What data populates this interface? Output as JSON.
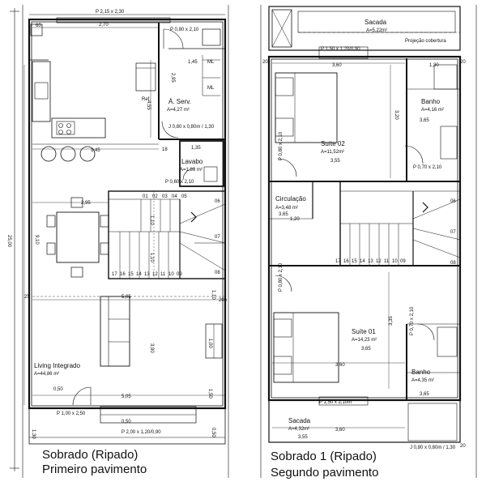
{
  "plan_left": {
    "title": "Sobrado (Ripado)",
    "subtitle": "Primeiro pavimento",
    "rooms": {
      "area_servico": {
        "name": "Á. Serv.",
        "area": "A=4,27 m²"
      },
      "lavabo": {
        "name": "Lavabo",
        "area": "A=1,89 m²"
      },
      "living": {
        "name": "Living Integrado",
        "area": "A=44,86 m²"
      },
      "ref_label": "Ref."
    },
    "windows": {
      "top": "P 2,15 x 2,30",
      "serv_top": "P 0,80 x 2,10",
      "serv_bottom": "J 0,80 x 0,80m / 1,30",
      "lavabo_door": "P 0,60 x 2,10",
      "entry": "P 1,00 x 2,50",
      "living_bottom": "P 2,00 x 1,20/0,90"
    },
    "dims": {
      "overall_h": "25,00",
      "top_small": "60",
      "top_width": "2,70",
      "kitchen_h": "4,55",
      "serv_w": "1,45",
      "serv_h": "2,95",
      "ml1": "ML",
      "ml2": "ML",
      "kitchen_w": "3,45",
      "w_18": "18",
      "lav_w": "1,35",
      "stair_w": "2,95",
      "living_h": "9,10",
      "r110a": "1,10",
      "r110b": "1,10",
      "r110c": "1,10",
      "w25": "25",
      "w20b": "20b",
      "living_w": "5,05",
      "living_d": "3,90",
      "r100": "1,00",
      "r150": "1,50",
      "bottom_w": "5,05",
      "r130": "1,30",
      "r050": "0,50",
      "lev1": "0,50",
      "lev2": "0,50"
    },
    "stair_top": [
      "01",
      "02",
      "03",
      "04",
      "05"
    ],
    "stair_right": [
      "06",
      "07",
      "08"
    ],
    "stair_bottom": [
      "17",
      "16",
      "15",
      "14",
      "13",
      "12",
      "11",
      "10",
      "09"
    ]
  },
  "plan_right": {
    "title": "Sobrado 1 (Ripado)",
    "subtitle": "Segundo pavimento",
    "rooms": {
      "sacada_top": {
        "name": "Sacada",
        "area": "A=5,22m²"
      },
      "suite02": {
        "name": "Suíte 02",
        "area": "A=11,52m²"
      },
      "banho_top": {
        "name": "Banho",
        "area": "A=4,16 m²"
      },
      "circulacao": {
        "name": "Circulação",
        "area": "A=3,48 m²"
      },
      "suite01": {
        "name": "Suíte 01",
        "area": "A=14,23 m²"
      },
      "banho_bottom": {
        "name": "Banho",
        "area": "A=4,35 m²"
      },
      "sacada_bottom": {
        "name": "Sacada",
        "area": "A=4,32m²"
      }
    },
    "windows": {
      "proj": "Projeção cobertura",
      "sacada_top_door": "P 1,50 x 1,20/0,90",
      "suite02_door": "P 0,80 x 2,10",
      "banho_top_door": "P 0,70 x 2,10",
      "circ_door": "P 0,80 x 2,10",
      "suite01_door": "P 0,70 x 2,10",
      "sacada_bottom_door": "P 1,50 x 2,10m",
      "banho_bottom_win": "J 0,80 x 0,80m / 1,30"
    },
    "dims": {
      "w360a": "3,60",
      "w130a": "1,30",
      "w20a": "20",
      "w20b": "20",
      "h320": "3,20",
      "w120": "1,20",
      "w360b": "3,60",
      "w360c": "3,60",
      "h335": "3,35",
      "lev1": "3,55",
      "lev2": "3,65",
      "lev3": "3,65",
      "lev4": "3,65",
      "lev5": "3,65",
      "lev6": "3,55",
      "w20c": "20"
    },
    "stair_bottom": [
      "17",
      "16",
      "15",
      "14",
      "13",
      "12",
      "11",
      "10",
      "09"
    ],
    "stair_right": [
      "06",
      "07",
      "08"
    ]
  }
}
